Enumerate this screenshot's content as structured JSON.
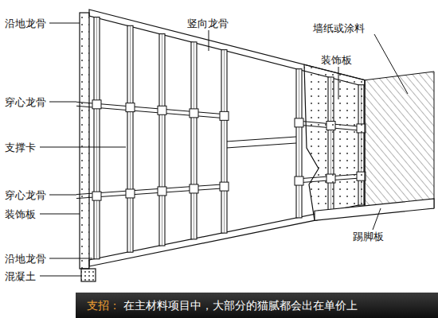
{
  "diagram": {
    "labels": [
      "沿地龙骨",
      "竖向龙骨",
      "墙纸或涂料",
      "装饰板",
      "穿心龙骨",
      "支撑卡",
      "穿心龙骨",
      "装饰板",
      "沿地龙骨",
      "混凝土",
      "踢脚板",
      "支招：",
      "在主材料项目中，大部分的猫腻都会出在单价上"
    ]
  }
}
